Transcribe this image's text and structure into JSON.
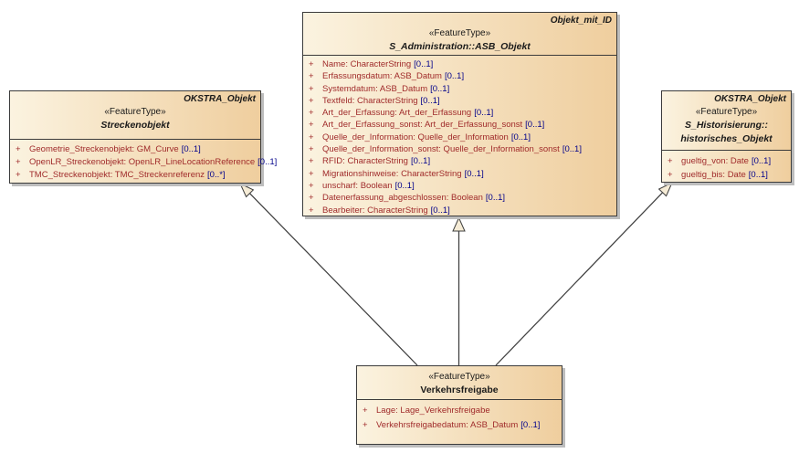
{
  "diagram": {
    "type": "uml-class-diagram",
    "colors": {
      "box_fill_left": "#FBF3E0",
      "box_fill_right": "#EFCE9E",
      "border": "#3B3B3B",
      "shadow": "#BDBDBD",
      "attribute_text": "#A02B2B",
      "multiplicity_text": "#00008B",
      "title_text": "#1A1A1A",
      "edge_line": "#3F3F3F",
      "arrowhead_fill": "#F6ECD6",
      "background": "#FFFFFF"
    }
  },
  "classes": {
    "asb_objekt": {
      "tag": "Objekt_mit_ID",
      "stereotype": "«FeatureType»",
      "name": "S_Administration::ASB_Objekt",
      "attributes": [
        {
          "vis": "+",
          "text": "Name: CharacterString",
          "mult": "[0..1]"
        },
        {
          "vis": "+",
          "text": "Erfassungsdatum: ASB_Datum",
          "mult": "[0..1]"
        },
        {
          "vis": "+",
          "text": "Systemdatum: ASB_Datum",
          "mult": "[0..1]"
        },
        {
          "vis": "+",
          "text": "Textfeld: CharacterString",
          "mult": "[0..1]"
        },
        {
          "vis": "+",
          "text": "Art_der_Erfassung: Art_der_Erfassung",
          "mult": "[0..1]"
        },
        {
          "vis": "+",
          "text": "Art_der_Erfassung_sonst: Art_der_Erfassung_sonst",
          "mult": "[0..1]"
        },
        {
          "vis": "+",
          "text": "Quelle_der_Information: Quelle_der_Information",
          "mult": "[0..1]"
        },
        {
          "vis": "+",
          "text": "Quelle_der_Information_sonst: Quelle_der_Information_sonst",
          "mult": "[0..1]"
        },
        {
          "vis": "+",
          "text": "RFID: CharacterString",
          "mult": "[0..1]"
        },
        {
          "vis": "+",
          "text": "Migrationshinweise: CharacterString",
          "mult": "[0..1]"
        },
        {
          "vis": "+",
          "text": "unscharf: Boolean",
          "mult": "[0..1]"
        },
        {
          "vis": "+",
          "text": "Datenerfassung_abgeschlossen: Boolean",
          "mult": "[0..1]"
        },
        {
          "vis": "+",
          "text": "Bearbeiter: CharacterString",
          "mult": "[0..1]"
        }
      ]
    },
    "streckenobjekt": {
      "tag": "OKSTRA_Objekt",
      "stereotype": "«FeatureType»",
      "name": "Streckenobjekt",
      "attributes": [
        {
          "vis": "+",
          "text": "Geometrie_Streckenobjekt: GM_Curve",
          "mult": "[0..1]"
        },
        {
          "vis": "+",
          "text": "OpenLR_Streckenobjekt: OpenLR_LineLocationReference",
          "mult": "[0..1]"
        },
        {
          "vis": "+",
          "text": "TMC_Streckenobjekt: TMC_Streckenreferenz",
          "mult": "[0..*]"
        }
      ]
    },
    "historisches_objekt": {
      "tag": "OKSTRA_Objekt",
      "stereotype": "«FeatureType»",
      "name_line1": "S_Historisierung::",
      "name_line2": "historisches_Objekt",
      "attributes": [
        {
          "vis": "+",
          "text": "gueltig_von: Date",
          "mult": "[0..1]"
        },
        {
          "vis": "+",
          "text": "gueltig_bis: Date",
          "mult": "[0..1]"
        }
      ]
    },
    "verkehrsfreigabe": {
      "stereotype": "«FeatureType»",
      "name": "Verkehrsfreigabe",
      "attributes": [
        {
          "vis": "+",
          "text": "Lage: Lage_Verkehrsfreigabe",
          "mult": ""
        },
        {
          "vis": "+",
          "text": "Verkehrsfreigabedatum: ASB_Datum",
          "mult": "[0..1]"
        }
      ]
    }
  },
  "relationships": [
    {
      "type": "generalization",
      "from": "Verkehrsfreigabe",
      "to": "Streckenobjekt"
    },
    {
      "type": "generalization",
      "from": "Verkehrsfreigabe",
      "to": "S_Administration::ASB_Objekt"
    },
    {
      "type": "generalization",
      "from": "Verkehrsfreigabe",
      "to": "S_Historisierung::historisches_Objekt"
    }
  ]
}
